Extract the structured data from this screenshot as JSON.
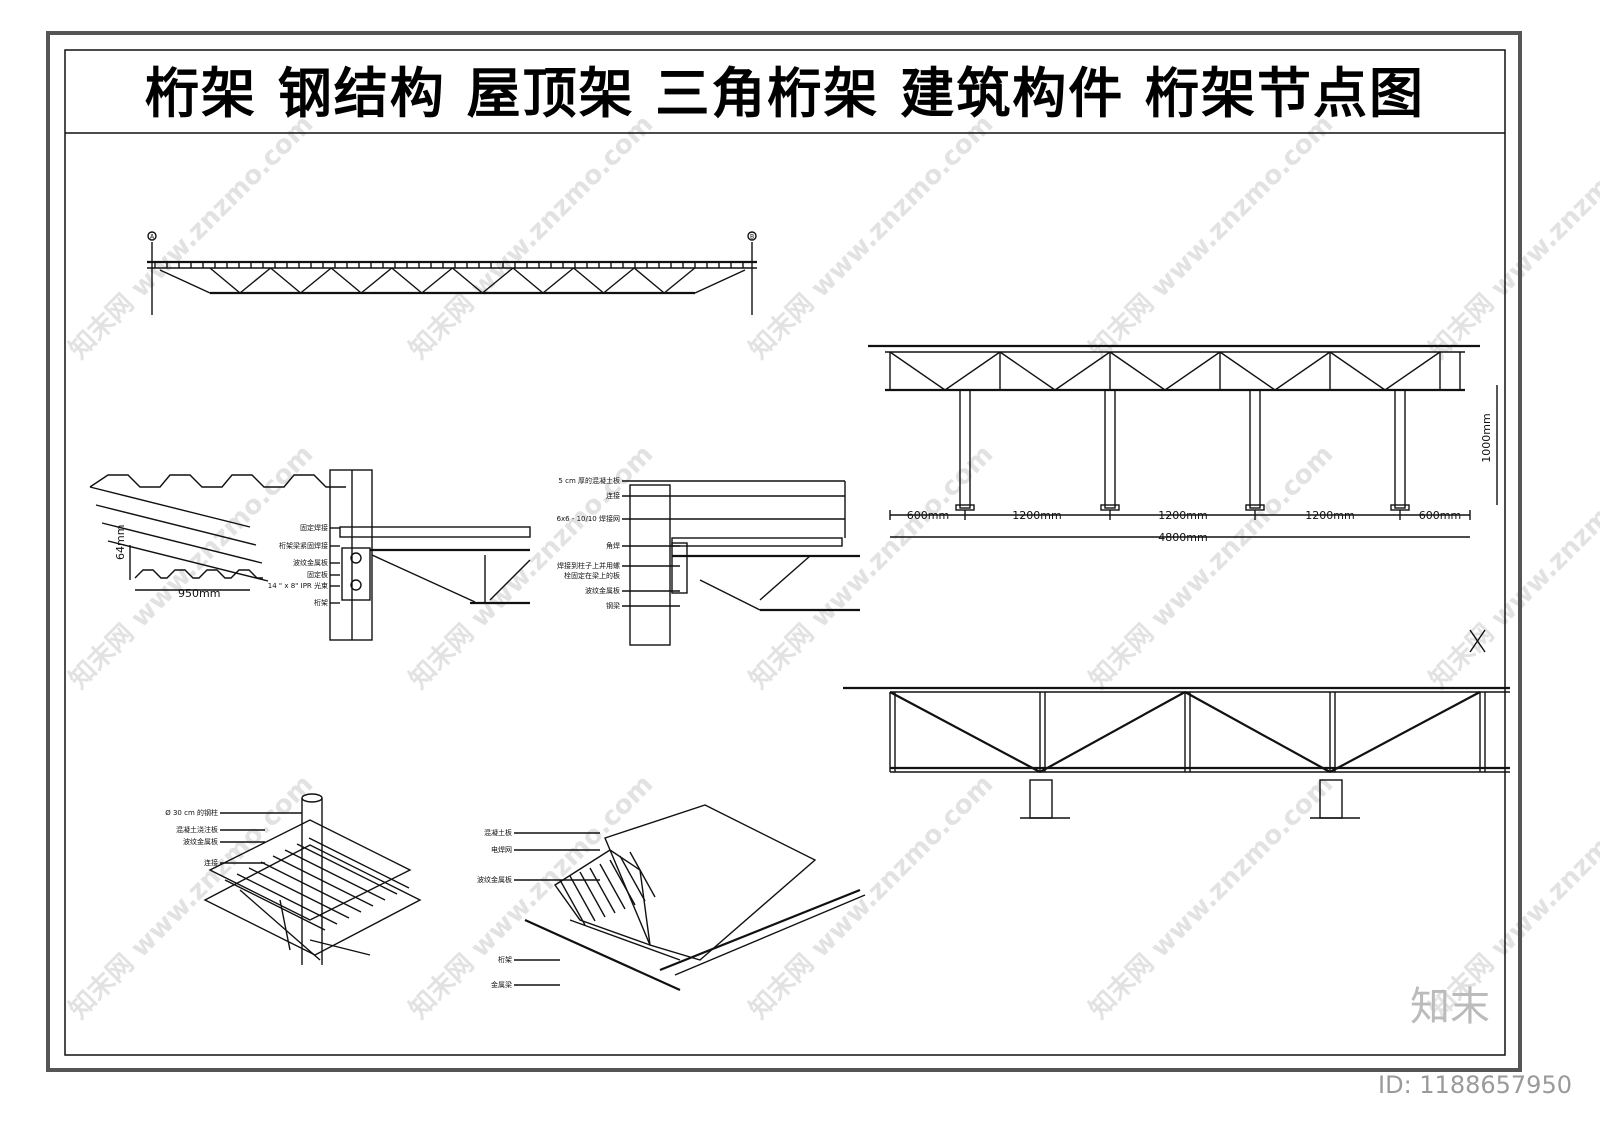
{
  "title": "桁架  钢结构  屋顶架  三角桁架  建筑构件  桁架节点图",
  "grid_marks": [
    "A",
    "B"
  ],
  "deck_profile": {
    "height": "64mm",
    "width": "950mm"
  },
  "detail_1_labels": [
    "固定焊接",
    "桁架梁紧固焊接",
    "波纹金属板",
    "固定板",
    "14 \" x 8\"  IPR 光束",
    "桁架"
  ],
  "detail_2_labels": [
    "5 cm 厚的混凝土板",
    "连接",
    "6x6 - 10/10 焊接网",
    "角焊",
    "焊接到柱子上并用螺",
    "栓固定在梁上的板",
    "波纹金属板",
    "钢梁"
  ],
  "iso_1_labels": [
    "Ø 30 cm 的钢柱",
    "混凝土浇注板",
    "波纹金属板",
    "连接"
  ],
  "iso_2_labels": [
    "混凝土板",
    "电焊网",
    "波纹金属板",
    "桁架",
    "金属梁"
  ],
  "elevation_dims": [
    "600mm",
    "1200mm",
    "1200mm",
    "1200mm",
    "600mm"
  ],
  "elevation_total": "4800mm",
  "elevation_height": "1000mm",
  "watermark": {
    "site": "www.znzmo.com",
    "logo": "知末",
    "id": "ID: 1188657950"
  }
}
